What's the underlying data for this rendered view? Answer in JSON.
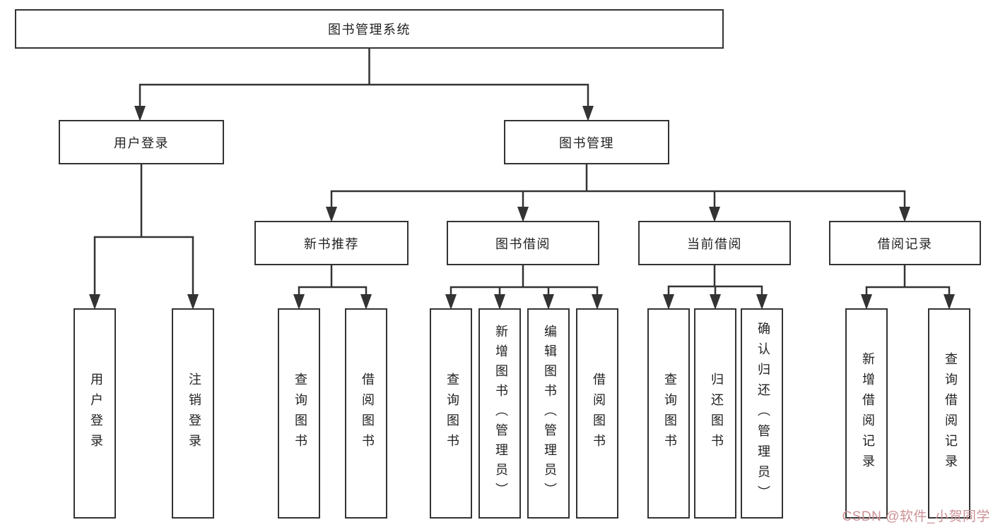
{
  "diagram_title": "图书管理系统",
  "tree": {
    "root": {
      "label": "图书管理系统"
    },
    "branches": [
      {
        "label": "用户登录",
        "children": [
          {
            "label": "用户登录"
          },
          {
            "label": "注销登录"
          }
        ]
      },
      {
        "label": "图书管理",
        "groups": [
          {
            "label": "新书推荐",
            "children": [
              {
                "label": "查询图书"
              },
              {
                "label": "借阅图书"
              }
            ]
          },
          {
            "label": "图书借阅",
            "children": [
              {
                "label": "查询图书"
              },
              {
                "label": "新增图书（管理员）"
              },
              {
                "label": "编辑图书（管理员）"
              },
              {
                "label": "借阅图书"
              }
            ]
          },
          {
            "label": "当前借阅",
            "children": [
              {
                "label": "查询图书"
              },
              {
                "label": "归还图书"
              },
              {
                "label": "确认归还（管理员）"
              }
            ]
          },
          {
            "label": "借阅记录",
            "children": [
              {
                "label": "新增借阅记录"
              },
              {
                "label": "查询借阅记录"
              }
            ]
          }
        ]
      }
    ]
  },
  "watermark": {
    "text": "CSDN @软件_小贺同学",
    "color": "#cc9196"
  },
  "colors": {
    "line": "#333333",
    "border": "#333333",
    "background": "#ffffff",
    "text": "#222222"
  }
}
